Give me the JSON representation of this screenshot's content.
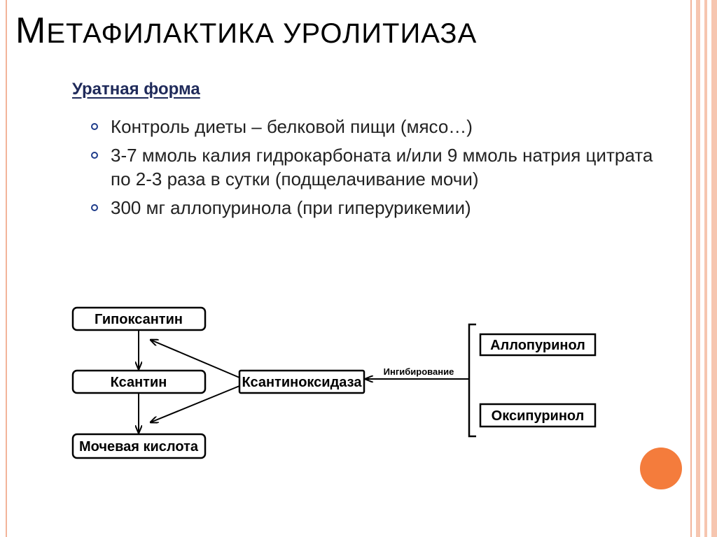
{
  "slide": {
    "title_first_letter": "М",
    "title_rest": "ЕТАФИЛАКТИКА УРОЛИТИАЗА",
    "subtitle": "Уратная форма",
    "bullets": [
      "Контроль диеты – белковой пищи (мясо…)",
      "3-7 ммоль калия гидрокарбоната и/или 9 ммоль натрия цитрата по 2-3 раза в сутки (подщелачивание мочи)",
      "300 мг аллопуринола (при гиперурикемии)"
    ]
  },
  "diagram": {
    "nodes": {
      "hypoxanthine": "Гипоксантин",
      "xanthine": "Ксантин",
      "uric_acid": "Мочевая кислота",
      "xanthine_oxidase": "Ксантиноксидаза",
      "allopurinol": "Аллопуринол",
      "oxipurinol": "Оксипуринол"
    },
    "edge_label": "Ингибирование"
  },
  "colors": {
    "accent_orange": "#f47c3c",
    "border_peach": "#f2b49a",
    "subtitle_navy": "#1f2a5a",
    "bullet_blue": "#1f3c8a"
  }
}
